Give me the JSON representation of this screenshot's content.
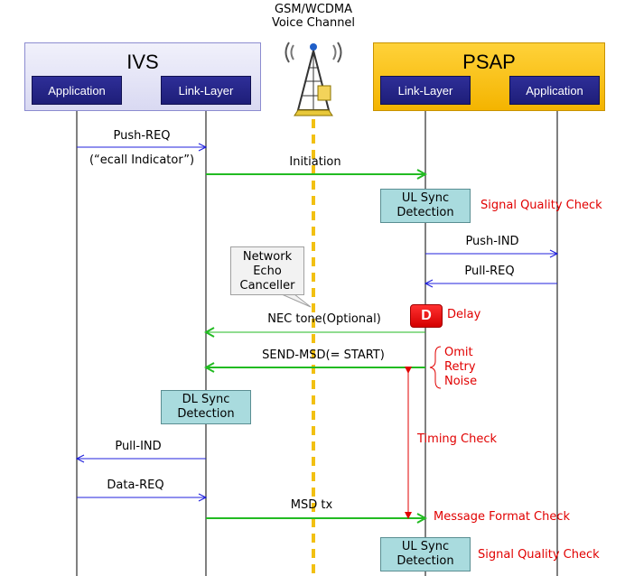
{
  "header": {
    "channel_label_line1": "GSM/WCDMA",
    "channel_label_line2": "Voice Channel"
  },
  "entities": {
    "ivs": {
      "title": "IVS",
      "left_component": "Application",
      "right_component": "Link-Layer"
    },
    "psap": {
      "title": "PSAP",
      "left_component": "Link-Layer",
      "right_component": "Application"
    }
  },
  "messages": {
    "push_req": "Push-REQ",
    "push_req_note": "(“ecall Indicator”)",
    "initiation": "Initiation",
    "push_ind": "Push-IND",
    "pull_req": "Pull-REQ",
    "nec_tone": "NEC tone(Optional)",
    "send_msd": "SEND-MSD(= START)",
    "pull_ind": "Pull-IND",
    "data_req": "Data-REQ",
    "msd_tx": "MSD tx"
  },
  "boxes": {
    "ul_sync_1": {
      "line1": "UL Sync",
      "line2": "Detection"
    },
    "dl_sync": {
      "line1": "DL Sync",
      "line2": "Detection"
    },
    "ul_sync_2": {
      "line1": "UL Sync",
      "line2": "Detection"
    }
  },
  "callout": {
    "line1": "Network",
    "line2": "Echo",
    "line3": "Canceller"
  },
  "delay_badge": "D",
  "checks": {
    "signal_quality_1": "Signal Quality Check",
    "delay": "Delay",
    "omit": "Omit",
    "retry": "Retry",
    "noise": "Noise",
    "timing": "Timing Check",
    "message_format": "Message Format Check",
    "signal_quality_2": "Signal Quality Check"
  },
  "colors": {
    "blue_arrow": "#2222dd",
    "green_arrow": "#22bb22",
    "red": "#e10000",
    "channel_dash": "#f2c012",
    "ivs_bg": "#e4e4f6",
    "psap_bg": "#f8c000",
    "component_bg": "#23238a",
    "sync_box": "#a9dbde"
  },
  "icons": {
    "tower": "radio-tower-icon"
  }
}
